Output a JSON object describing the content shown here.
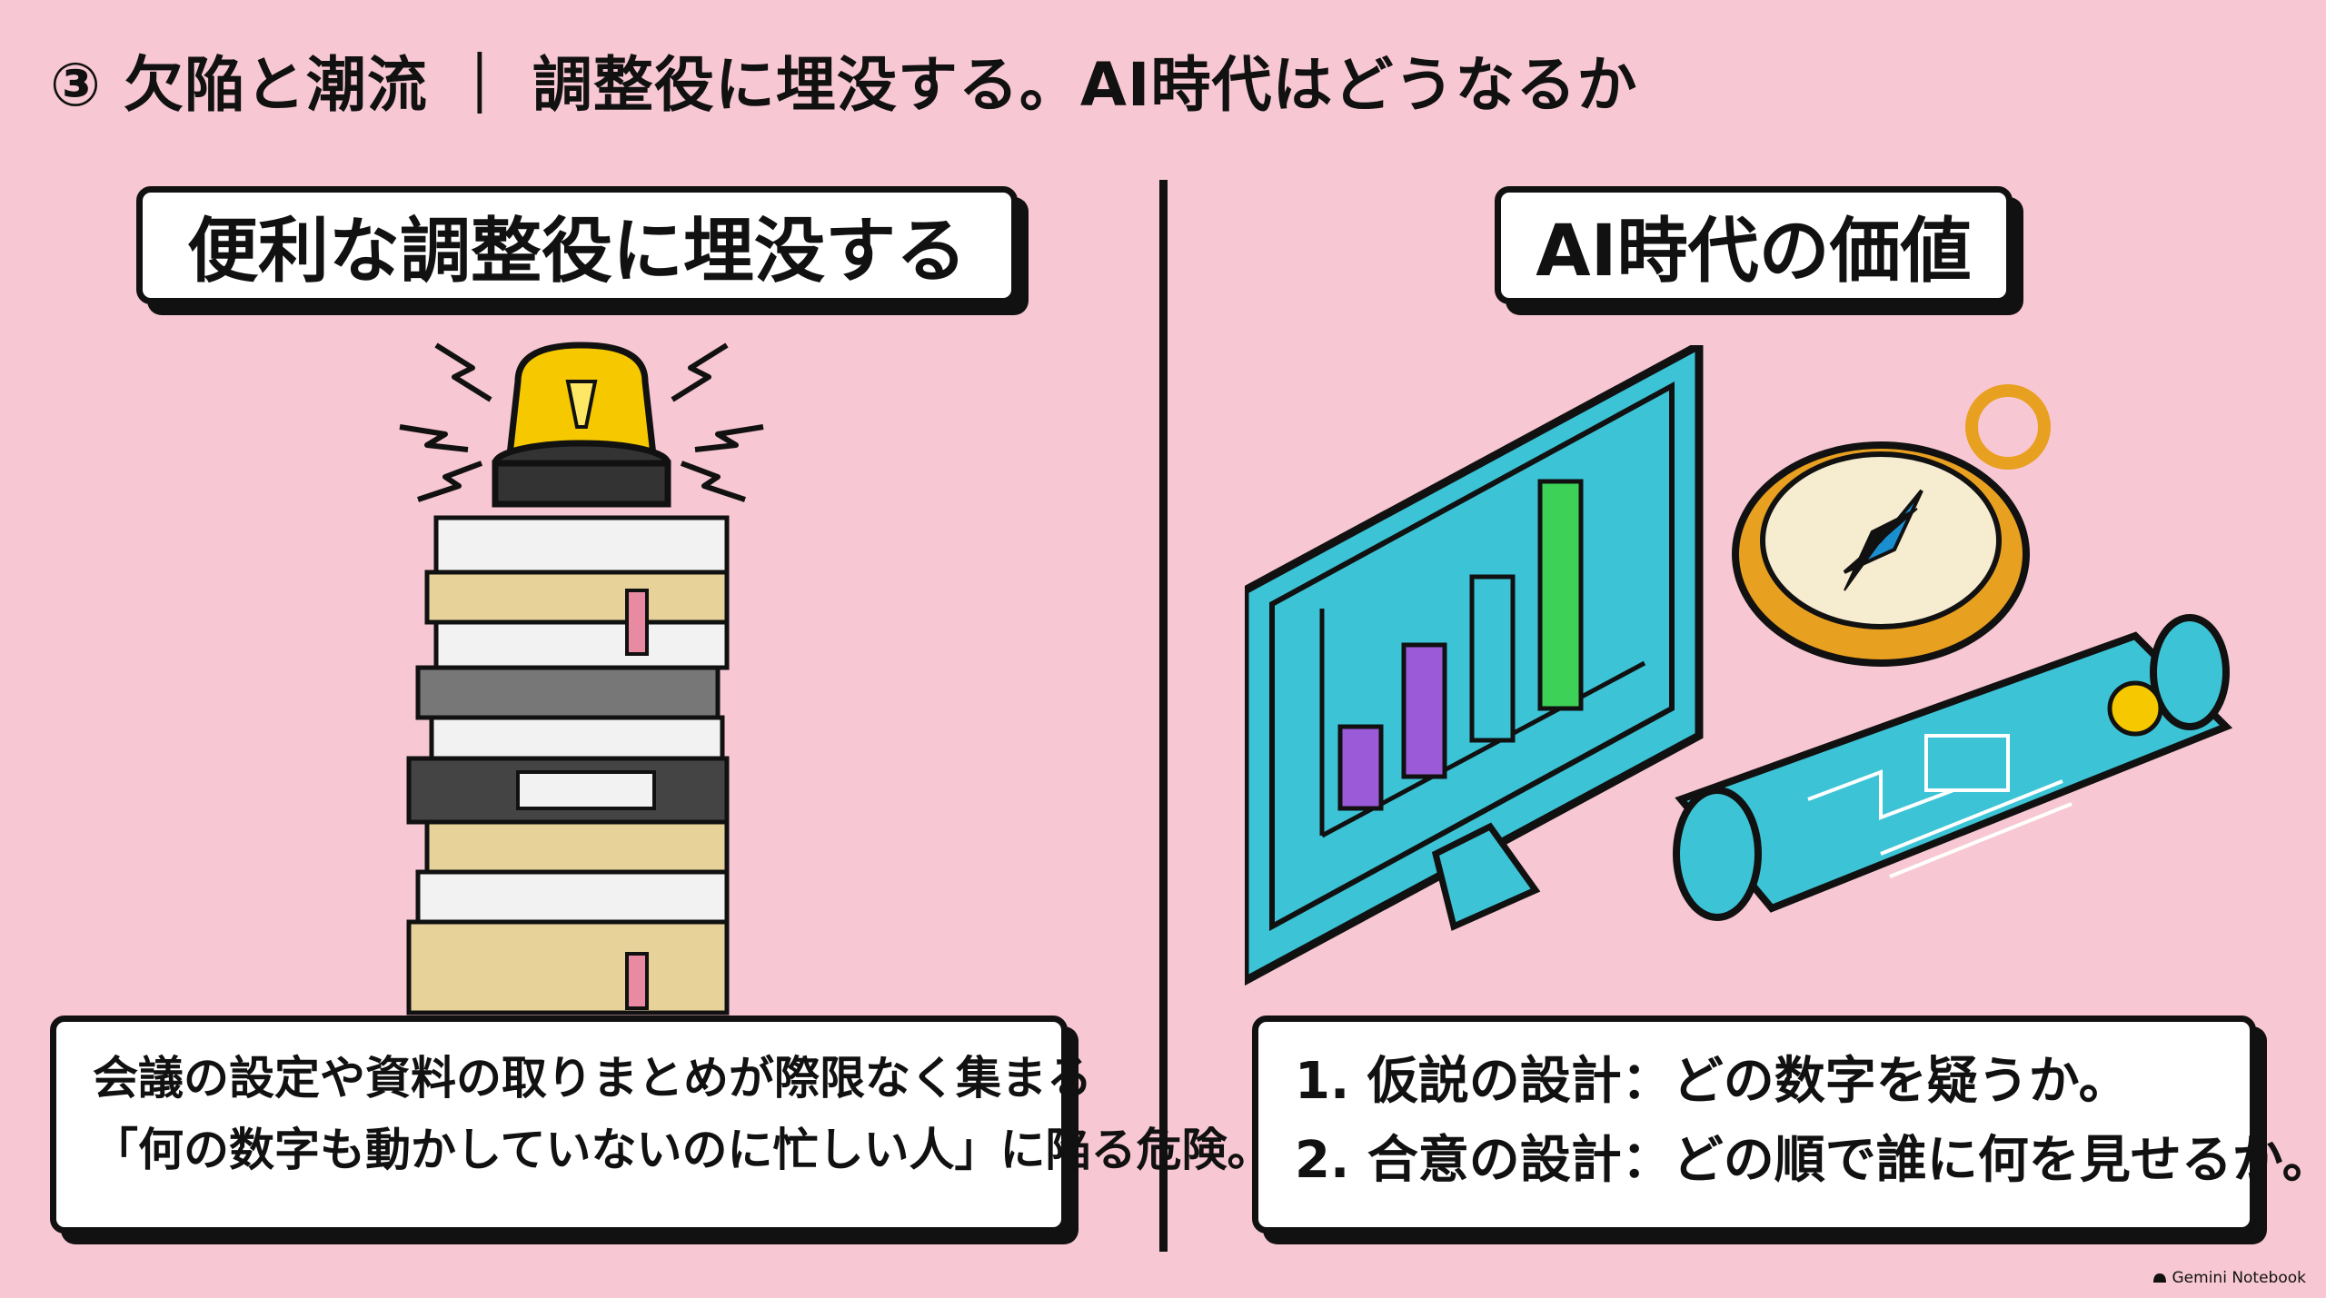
{
  "title": "③ 欠陥と潮流 ｜ 調整役に埋没する。AI時代はどうなるか",
  "left": {
    "heading": "便利な調整役に埋没する",
    "lines": [
      "会議の設定や資料の取りまとめが際限なく集まる",
      "「何の数字も動かしていないのに忙しい人」に陥る危険。"
    ]
  },
  "right": {
    "heading": "AI時代の価値",
    "lines": [
      "1. 仮説の設計：どの数字を疑うか。",
      "2. 合意の設計：どの順で誰に何を見せるか。"
    ]
  },
  "brand": "Gemini Notebook",
  "colors": {
    "background": "#f7c8d3",
    "screen": "#3cc4d6",
    "alarm": "#f5c800",
    "bar_purple": "#9b5bd8",
    "bar_green": "#3ed158"
  },
  "icons": [
    "alarm-light-icon",
    "document-stack-icon",
    "monitor-chart-icon",
    "compass-icon",
    "blueprint-scroll-icon"
  ]
}
